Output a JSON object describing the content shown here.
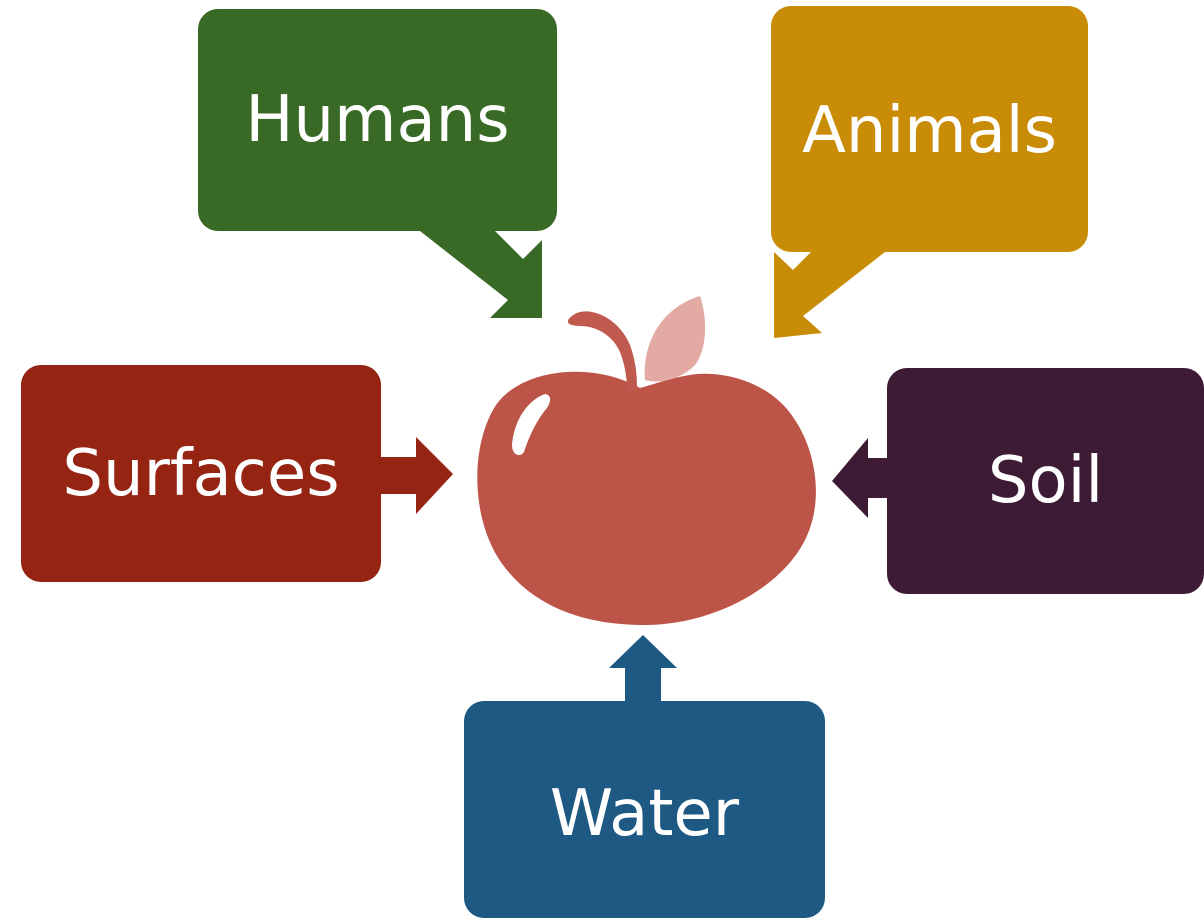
{
  "diagram": {
    "center": {
      "icon": "apple-icon"
    },
    "sources": [
      {
        "id": "humans",
        "label": "Humans",
        "color": "#386a25",
        "icon": "arrow-down-right-icon"
      },
      {
        "id": "animals",
        "label": "Animals",
        "color": "#c98c06",
        "icon": "arrow-down-left-icon"
      },
      {
        "id": "surfaces",
        "label": "Surfaces",
        "color": "#952412",
        "icon": "arrow-right-icon"
      },
      {
        "id": "soil",
        "label": "Soil",
        "color": "#3e1b35",
        "icon": "arrow-left-icon"
      },
      {
        "id": "water",
        "label": "Water",
        "color": "#1e5983",
        "icon": "arrow-up-icon"
      }
    ],
    "apple_colors": {
      "body": "#bd5448",
      "stem": "#c05a4e",
      "leaf": "#e3a9a3",
      "highlight": "#ffffff"
    }
  }
}
